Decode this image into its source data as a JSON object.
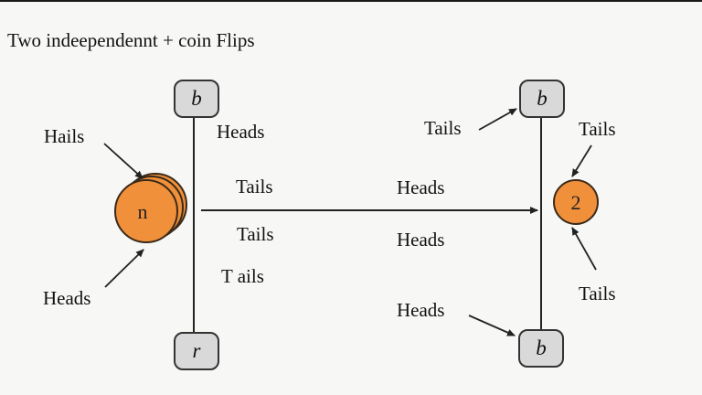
{
  "title": "Two indeependennt + coin Flips",
  "nodes": {
    "top_left": "b",
    "bottom_left": "r",
    "top_right": "b",
    "bottom_right": "b"
  },
  "coins": {
    "left": "n",
    "right": "2"
  },
  "labels": {
    "hails": "Hails",
    "heads_left_bottom": "Heads",
    "heads_left_top": "Heads",
    "tails_mid_1": "Tails",
    "tails_mid_2": "Tails",
    "tails_mid_3": "T ails",
    "heads_mid_1": "Heads",
    "heads_mid_2": "Heads",
    "tails_right_top_left": "Tails",
    "tails_right_top": "Tails",
    "tails_right_bottom": "Tails",
    "heads_right_bottom": "Heads"
  },
  "colors": {
    "coin_fill": "#f0903a",
    "coin_stroke": "#3b2a1a",
    "node_fill": "#d9d9d9",
    "line": "#222222"
  }
}
